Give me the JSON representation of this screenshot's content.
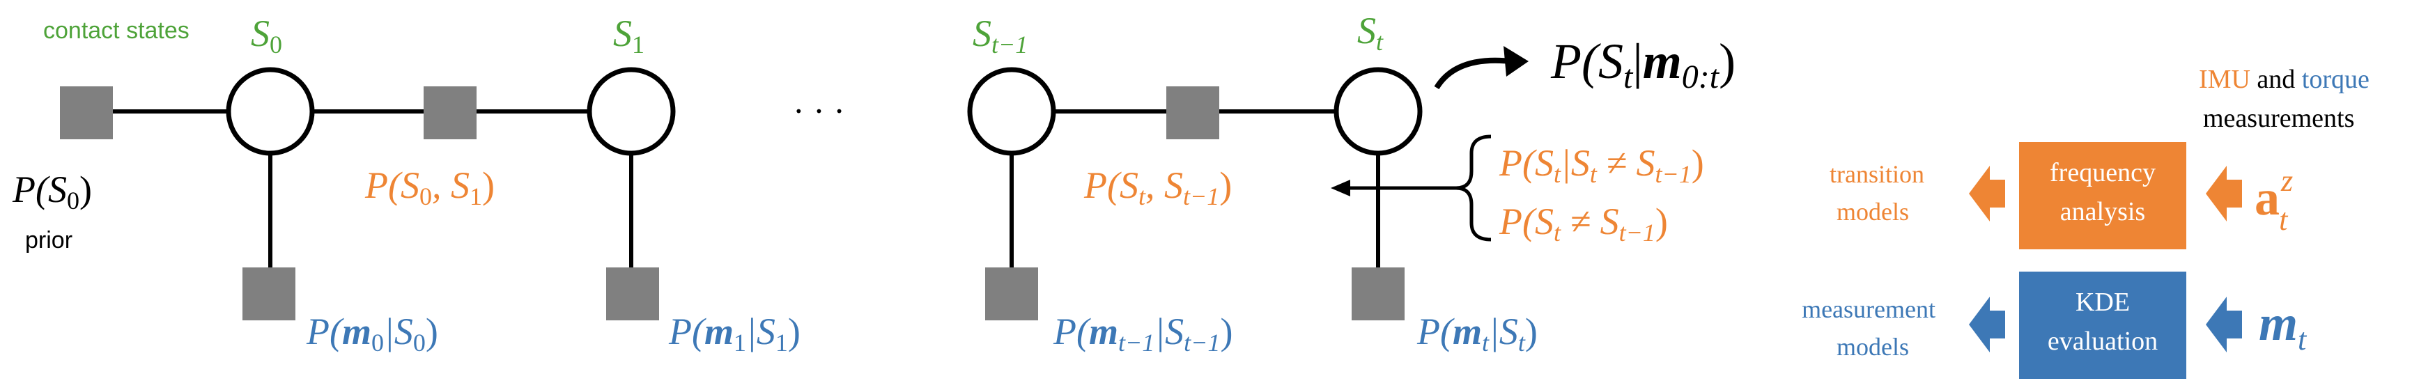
{
  "colors": {
    "green": "#4ea339",
    "orange": "#ee8534",
    "blue": "#3d78b6",
    "factor_gray": "#808080",
    "white": "#ffffff",
    "black": "#000000"
  },
  "labels": {
    "contact_states": "contact states",
    "s0": "S",
    "s0_sub": "0",
    "s1": "S",
    "s1_sub": "1",
    "st1": "S",
    "st1_sub": "t−1",
    "st": "S",
    "st_sub": "t",
    "ellipsis": "· · ·",
    "prior_expr": "P(S",
    "prior_sub": "0",
    "prior_close": ")",
    "prior_word": "prior",
    "p_s0_s1": "P(S",
    "p_s0_s1_b": "0",
    "p_s0_s1_c": ", S",
    "p_s0_s1_d": "1",
    "p_s0_s1_e": ")",
    "p_st_st1": "P(S",
    "p_st_st1_b": "t",
    "p_st_st1_c": ", S",
    "p_st_st1_d": "t−1",
    "p_st_st1_e": ")",
    "posterior": "P(S",
    "posterior_b": "t",
    "posterior_c": "|",
    "posterior_m": "m",
    "posterior_d": "0:t",
    "posterior_e": ")",
    "trans_1": "P(S",
    "trans_1_b": "t",
    "trans_1_c": "|S",
    "trans_1_d": "t",
    "trans_1_e": " ≠ S",
    "trans_1_f": "t−1",
    "trans_1_g": ")",
    "trans_2": "P(S",
    "trans_2_b": "t",
    "trans_2_c": " ≠ S",
    "trans_2_d": "t−1",
    "trans_2_e": ")",
    "meas_0": "P(",
    "meas_0_m": "m",
    "meas_0_b": "0",
    "meas_0_c": "|S",
    "meas_0_d": "0",
    "meas_0_e": ")",
    "meas_1": "P(",
    "meas_1_m": "m",
    "meas_1_b": "1",
    "meas_1_c": "|S",
    "meas_1_d": "1",
    "meas_1_e": ")",
    "meas_t1": "P(",
    "meas_t1_m": "m",
    "meas_t1_b": "t−1",
    "meas_t1_c": "|S",
    "meas_t1_d": "t−1",
    "meas_t1_e": ")",
    "meas_t": "P(",
    "meas_t_m": "m",
    "meas_t_b": "t",
    "meas_t_c": "|S",
    "meas_t_d": "t",
    "meas_t_e": ")"
  },
  "pipeline": {
    "header_imu": "IMU",
    "header_and": " and ",
    "header_torque": "torque",
    "header_line2": "measurements",
    "transition_models_1": "transition",
    "transition_models_2": "models",
    "frequency_analysis_1": "frequency",
    "frequency_analysis_2": "analysis",
    "a_symbol": "a",
    "a_sup": "z",
    "a_sub": "t",
    "measurement_models_1": "measurement",
    "measurement_models_2": "models",
    "kde_1": "KDE",
    "kde_2": "evaluation",
    "m_symbol": "m",
    "m_sub": "t"
  }
}
